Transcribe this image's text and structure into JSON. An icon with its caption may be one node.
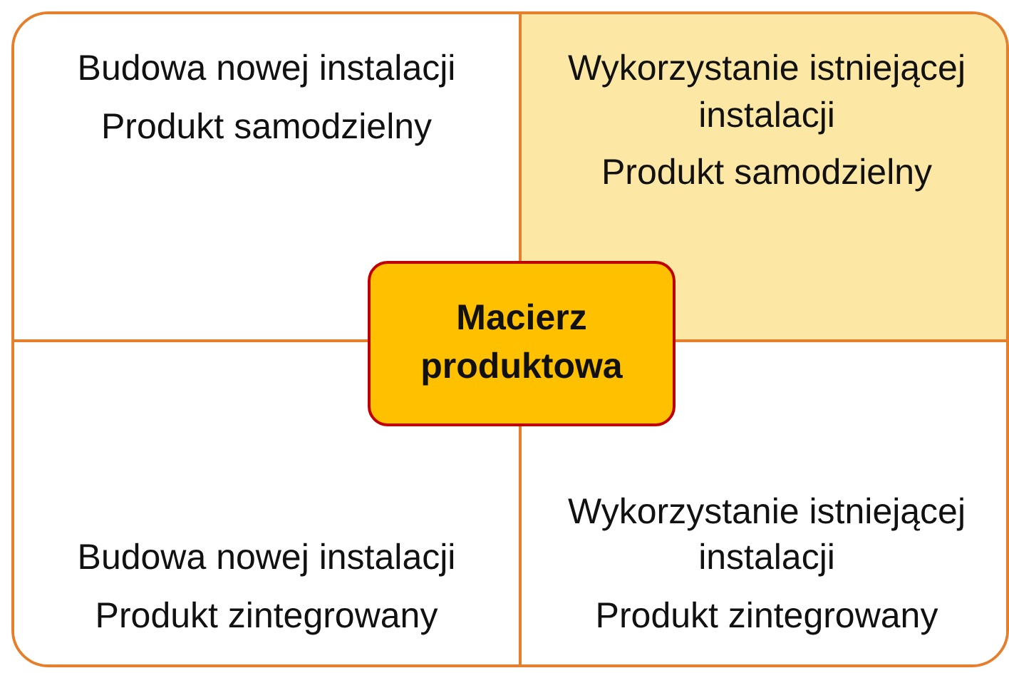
{
  "diagram": {
    "nodes": [
      {
        "text": [
          "Budowa nowej instalacji",
          "Produkt samodzielny"
        ]
      },
      {
        "text": [
          "Wykorzystanie istniejącej instalacji",
          "Produkt samodzielny"
        ]
      },
      {
        "text": [
          "Macierz produktowa"
        ]
      },
      {
        "text": [
          "Budowa nowej instalacji",
          "Produkt zintegrowany"
        ]
      },
      {
        "text": [
          "Wykorzystanie istniejącej instalacji",
          "Produkt zintegrowany"
        ]
      }
    ],
    "edges": []
  }
}
